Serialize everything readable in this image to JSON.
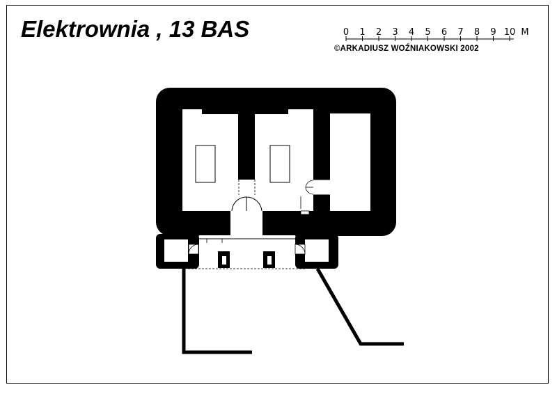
{
  "title": "Elektrownia , 13 BAS",
  "copyright": "©ARKADIUSZ WOŹNIAKOWSKI 2002",
  "scale_bar": {
    "labels": [
      "0",
      "1",
      "2",
      "3",
      "4",
      "5",
      "6",
      "7",
      "8",
      "9",
      "10",
      "M"
    ]
  },
  "colors": {
    "ink": "#000000",
    "paper": "#ffffff"
  }
}
